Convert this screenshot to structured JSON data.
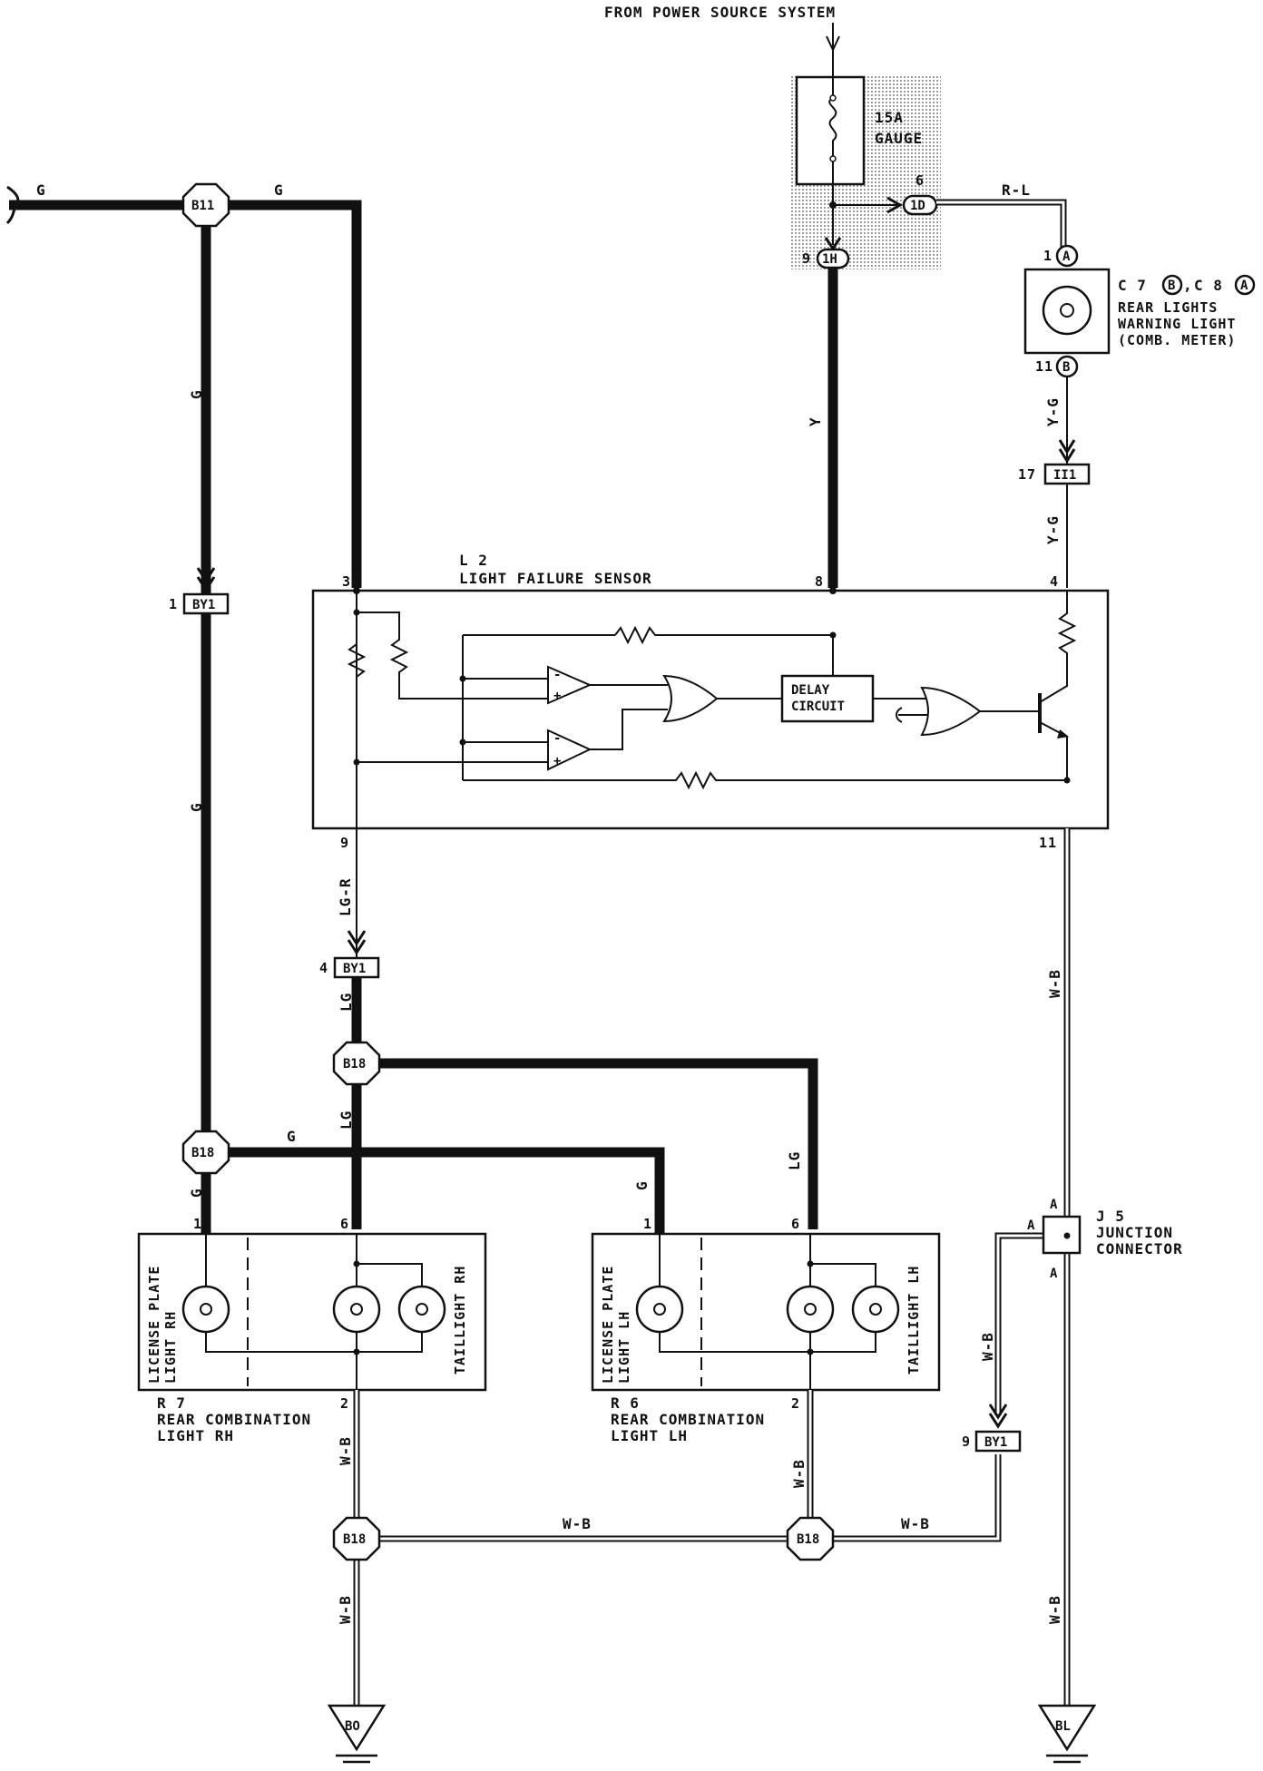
{
  "header": {
    "power_source": "FROM POWER SOURCE SYSTEM"
  },
  "fuse": {
    "rating": "15A",
    "name": "GAUGE"
  },
  "connectors": {
    "c1D": "1D",
    "c1D_pin": "6",
    "c1H": "1H",
    "c1H_pin": "9",
    "cA": "A",
    "cB": "B",
    "cA_pin": "1",
    "cB_pin": "11",
    "c_ii1": "II1",
    "c_ii1_pin": "17",
    "by1_top": "BY1",
    "by1_top_pin": "1",
    "by1_mid": "BY1",
    "by1_mid_pin": "4",
    "by1_right": "BY1",
    "by1_right_pin": "9",
    "b11": "B11",
    "b18_a": "B18",
    "b18_b": "B18",
    "b18_c": "B18",
    "b18_d": "B18",
    "ground_bo": "BO",
    "ground_bl": "BL"
  },
  "wires": {
    "g": "G",
    "rl": "R-L",
    "y": "Y",
    "yg": "Y-G",
    "lgr": "LG-R",
    "lg": "LG",
    "wb": "W-B"
  },
  "meter": {
    "ref": "C 7",
    "ref_b": "B",
    "ref2": "C 8",
    "ref_a": "A",
    "line1": "REAR LIGHTS",
    "line2": "WARNING LIGHT",
    "line3": "(COMB. METER)"
  },
  "sensor": {
    "ref": "L 2",
    "name": "LIGHT FAILURE SENSOR",
    "pin3": "3",
    "pin8": "8",
    "pin4": "4",
    "pin9": "9",
    "pin11": "11",
    "delay_l1": "DELAY",
    "delay_l2": "CIRCUIT"
  },
  "junction": {
    "ref": "J 5",
    "l1": "JUNCTION",
    "l2": "CONNECTOR",
    "pin_a": "A"
  },
  "rh_light": {
    "ref": "R 7",
    "l1": "REAR COMBINATION",
    "l2": "LIGHT RH",
    "pin1": "1",
    "pin6": "6",
    "pin2": "2",
    "plate1": "LICENSE PLATE",
    "plate2": "LIGHT RH",
    "tail": "TAILLIGHT RH"
  },
  "lh_light": {
    "ref": "R 6",
    "l1": "REAR COMBINATION",
    "l2": "LIGHT LH",
    "pin1": "1",
    "pin6": "6",
    "pin2": "2",
    "plate1": "LICENSE PLATE",
    "plate2": "LIGHT LH",
    "tail": "TAILLIGHT LH"
  }
}
